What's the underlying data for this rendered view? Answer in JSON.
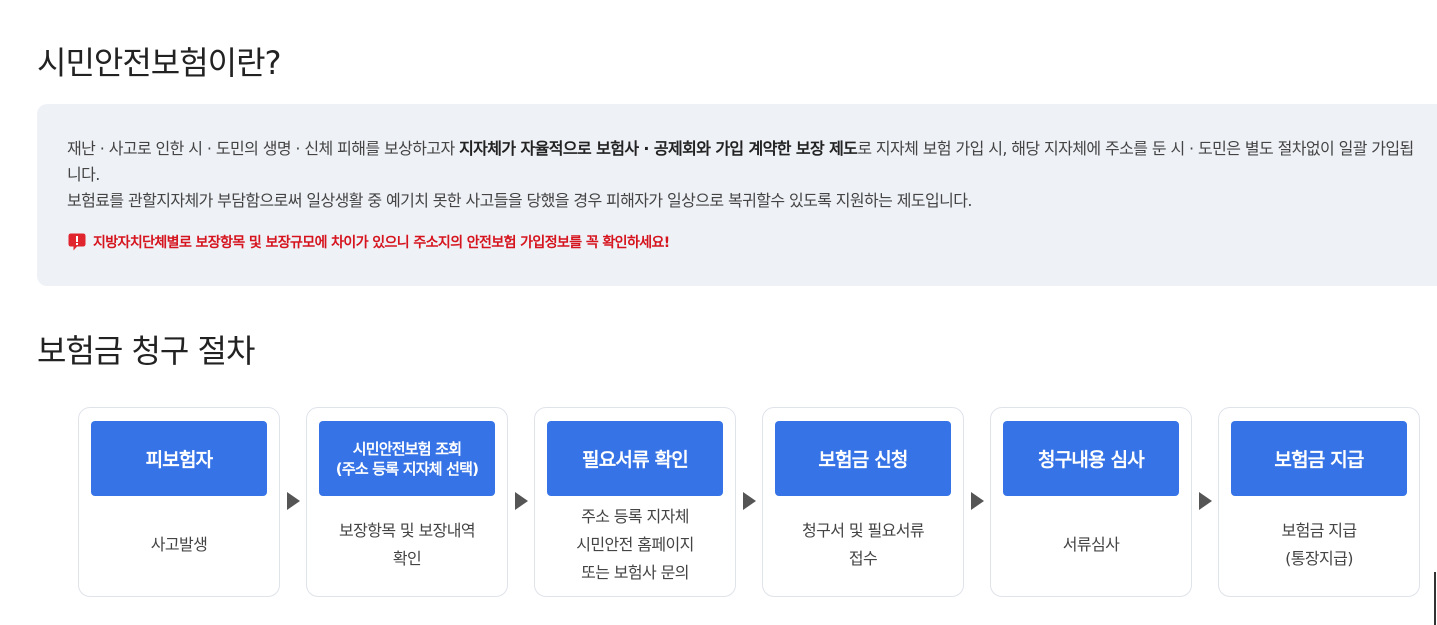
{
  "section1": {
    "title": "시민안전보험이란?",
    "para1_pre": "재난 · 사고로 인한 시 · 도민의 생명 · 신체 피해를 보상하고자 ",
    "para1_bold": "지자체가 자율적으로 보험사 · 공제회와 가입 계약한 보장 제도",
    "para1_post": "로 지자체 보험 가입 시, 해당 지자체에 주소를 둔 시 · 도민은 별도 절차없이 일괄 가입됩니다.",
    "para2": "보험료를 관할지자체가 부담함으로써 일상생활 중 예기치 못한 사고들을 당했을 경우 피해자가 일상으로 복귀할수 있도록 지원하는 제도입니다.",
    "warning": "지방자치단체별로 보장항목 및 보장규모에 차이가 있으니 주소지의 안전보험 가입정보를 꼭 확인하세요!",
    "warning_icon": "alert-speech-bubble-icon",
    "warning_color": "#d6141e"
  },
  "section2": {
    "title": "보험금 청구 절차",
    "accent_color": "#3673e6",
    "steps": [
      {
        "head": "피보험자",
        "desc": "사고발생"
      },
      {
        "head": "시민안전보험 조회\n(주소 등록 지자체 선택)",
        "desc": "보장항목 및 보장내역\n확인"
      },
      {
        "head": "필요서류 확인",
        "desc": "주소 등록 지자체\n시민안전 홈페이지\n또는 보험사 문의"
      },
      {
        "head": "보험금 신청",
        "desc": "청구서 및 필요서류\n접수"
      },
      {
        "head": "청구내용 심사",
        "desc": "서류심사"
      },
      {
        "head": "보험금 지급",
        "desc": "보험금 지급\n(통장지급)"
      }
    ]
  }
}
